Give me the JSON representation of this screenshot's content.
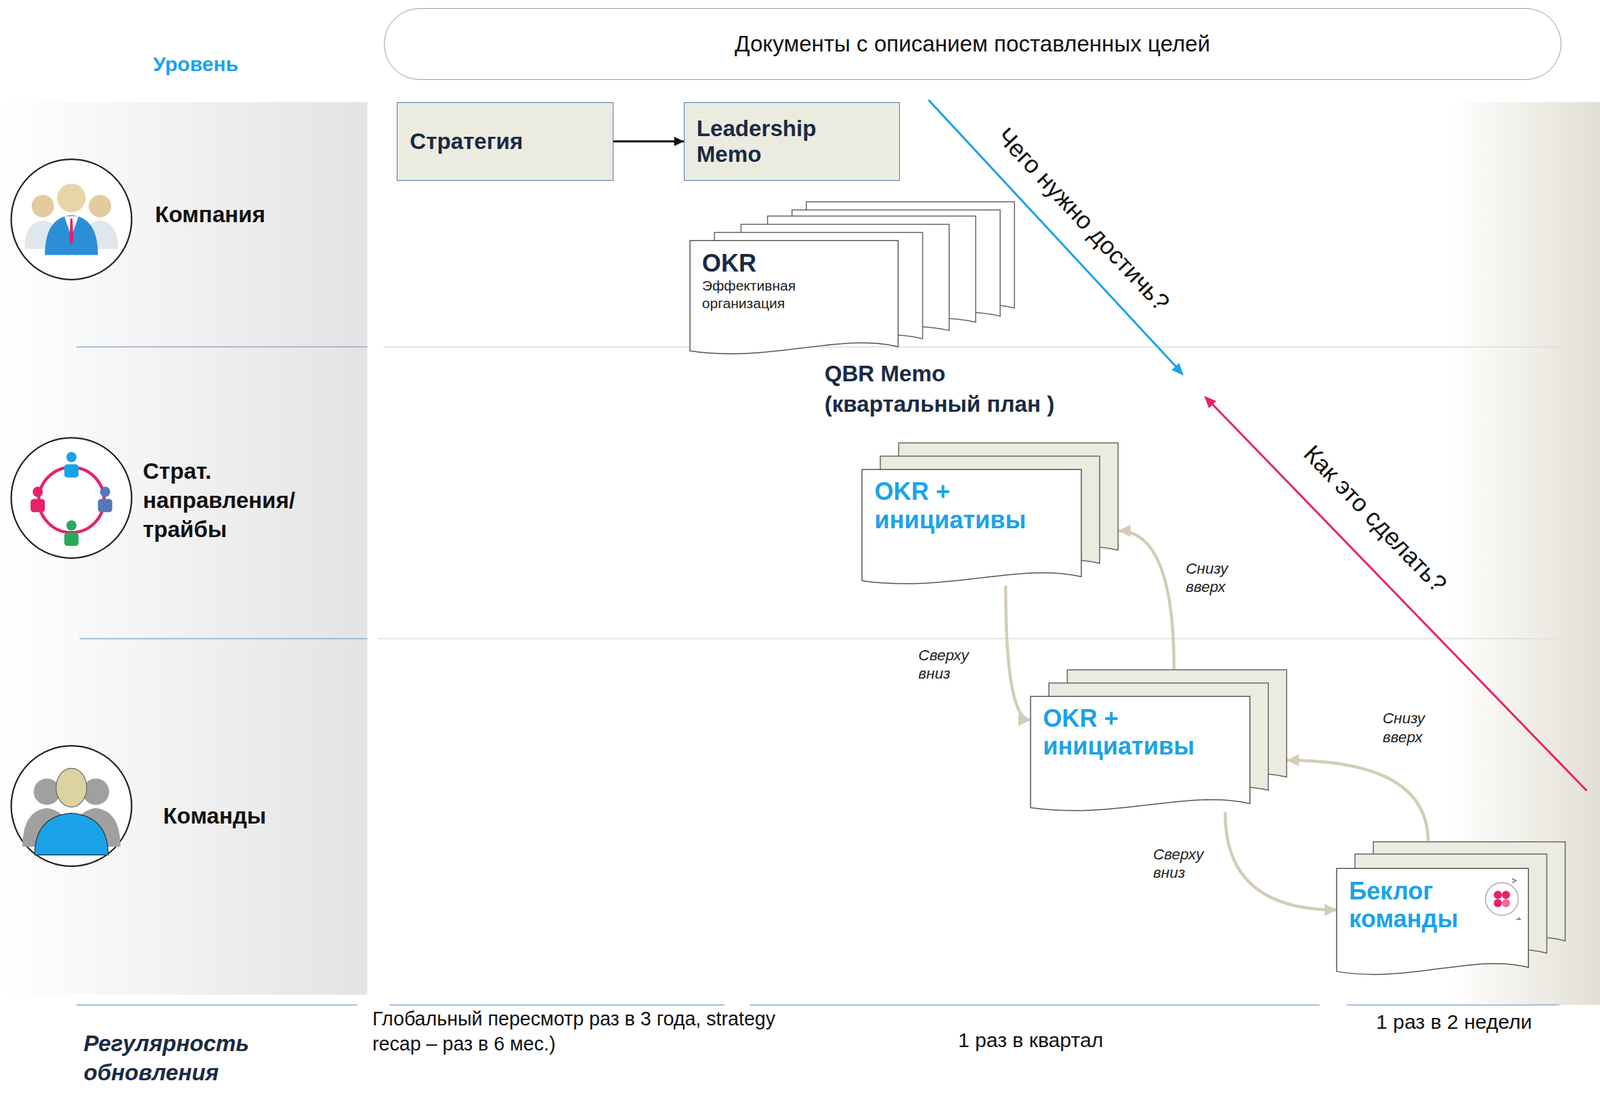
{
  "diagram": {
    "nodes": [
      {
        "text": [
          "Документы с описанием поставленных целей"
        ]
      },
      {
        "text": [
          "Стратегия"
        ]
      },
      {
        "text": [
          "Leadership Memo"
        ]
      },
      {
        "text": [
          "OKR",
          "Эффективная организация"
        ]
      },
      {
        "text": [
          "OKR + инициативы"
        ]
      },
      {
        "text": [
          "OKR + инициативы"
        ]
      },
      {
        "text": [
          "Беклог команды"
        ]
      }
    ],
    "edges": [
      {
        "from": 1,
        "to": 2,
        "arrow": "to"
      },
      {
        "from": 4,
        "to": 5,
        "label": "Сверху вниз",
        "arrow": "to"
      },
      {
        "from": 5,
        "to": 4,
        "label": "Снизу вверх",
        "arrow": "to"
      },
      {
        "from": 5,
        "to": 6,
        "label": "Сверху вниз",
        "arrow": "to"
      },
      {
        "from": 6,
        "to": 5,
        "label": "Снизу вверх",
        "arrow": "to"
      }
    ],
    "labels": [
      "Уровень",
      "Компания",
      "Страт. направления/ трайбы",
      "Команды",
      "QBR Memo (квартальный план )",
      "Чего нужно достичь?",
      "Как это сделать?",
      "Регулярность обновления",
      "Глобальный пересмотр раз в 3 года, strategy recap – раз в 6 мес.)",
      "1 раз в квартал",
      "1 раз в 2 недели"
    ]
  }
}
